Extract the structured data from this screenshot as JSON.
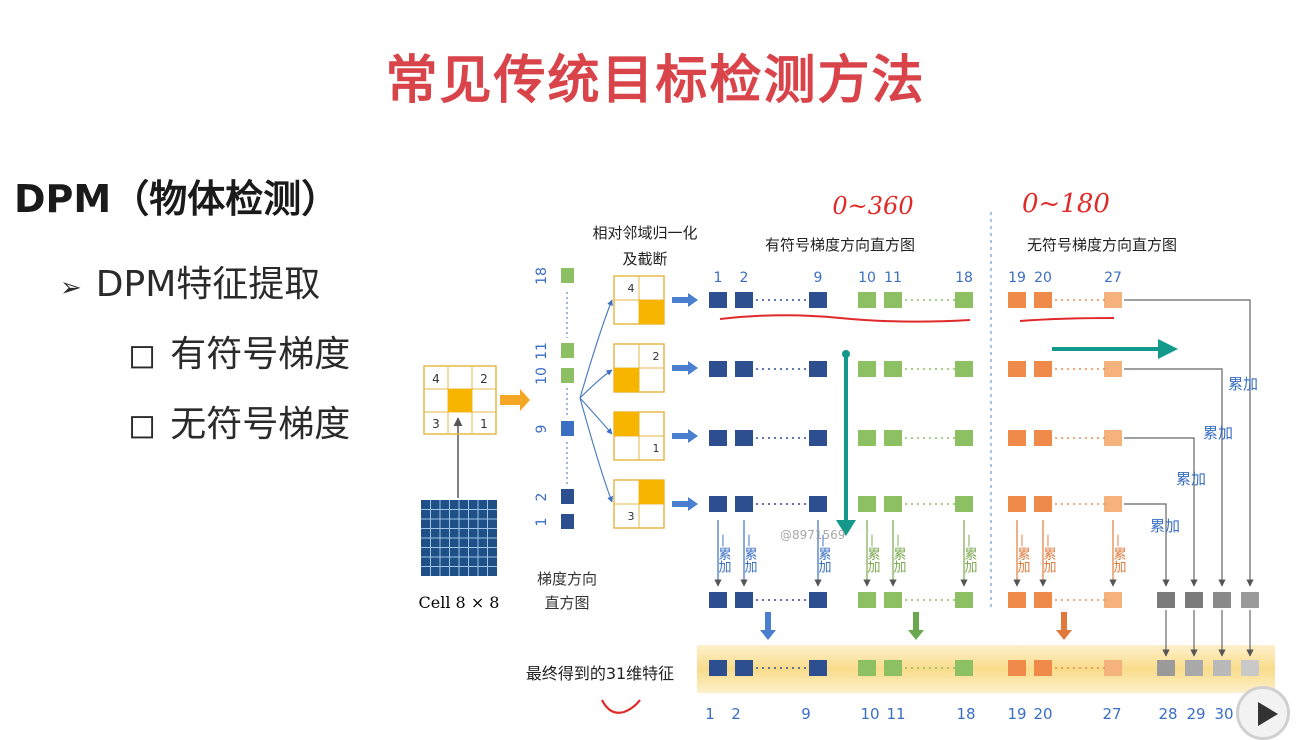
{
  "slide": {
    "title": "常见传统目标检测方法",
    "heading": "DPM（物体检测）",
    "bullets": [
      {
        "marker": "➢",
        "text": "DPM特征提取"
      },
      {
        "marker": "◻",
        "text": "有符号梯度"
      },
      {
        "marker": "◻",
        "text": "无符号梯度"
      }
    ]
  },
  "colors": {
    "title": "#d9434a",
    "dark_blue": "#2e4f8f",
    "green": "#8cc063",
    "orange": "#f08a4b",
    "light_orange": "#f4b27d",
    "gray": "#8a8a8a",
    "teal": "#12998c",
    "yellow": "#f7b500",
    "annot_red": "#e02a2a"
  },
  "diagram": {
    "cell": {
      "label": "Cell 8 × 8"
    },
    "cell_numbers": [
      "4",
      "2",
      "3",
      "1"
    ],
    "left_hist": {
      "labels": [
        "18",
        "11",
        "10",
        "9",
        "2",
        "1"
      ],
      "caption_line1": "梯度方向",
      "caption_line2": "直方图"
    },
    "norm_caption_line1": "相对邻域归一化",
    "norm_caption_line2": "及截断",
    "norm_numbers": [
      "4",
      "2",
      "1",
      "3"
    ],
    "signed_title": "有符号梯度方向直方图",
    "unsigned_title": "无符号梯度方向直方图",
    "top_index": [
      "1",
      "2",
      "9",
      "10",
      "11",
      "18",
      "19",
      "20",
      "27"
    ],
    "accumulate": "累加",
    "final_label": "最终得到的31维特征",
    "bottom_index": [
      "1",
      "2",
      "9",
      "10",
      "11",
      "18",
      "19",
      "20",
      "27",
      "28",
      "29",
      "30"
    ],
    "watermark": "@8971569"
  },
  "annotations": {
    "range_signed": "0~360",
    "range_unsigned": "0~180"
  }
}
